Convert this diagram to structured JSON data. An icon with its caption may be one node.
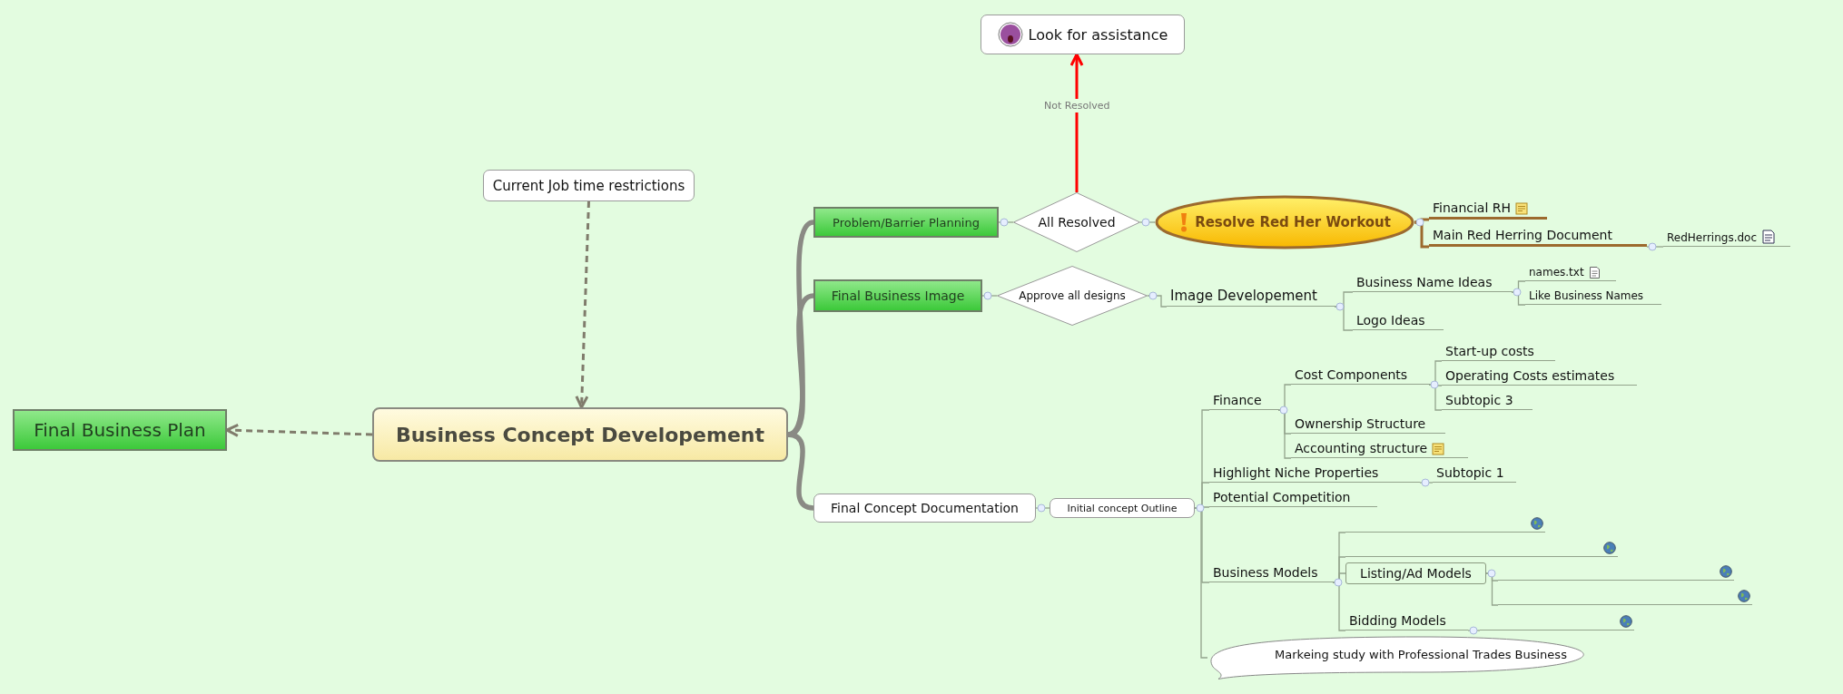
{
  "diagram": {
    "nodes": [
      {
        "text": [
          "Business Concept Developement"
        ]
      },
      {
        "text": [
          "Final Business Plan"
        ]
      },
      {
        "text": [
          "Current Job time restrictions"
        ]
      },
      {
        "text": [
          "Problem/Barrier Planning"
        ]
      },
      {
        "text": [
          "All Resolved"
        ]
      },
      {
        "text": [
          "Look for assistance"
        ]
      },
      {
        "text": [
          "Resolve Red Her Workout"
        ]
      },
      {
        "text": [
          "Financial RH"
        ]
      },
      {
        "text": [
          "Main Red Herring Document"
        ]
      },
      {
        "text": [
          "RedHerrings.doc"
        ]
      },
      {
        "text": [
          "Final Business Image"
        ]
      },
      {
        "text": [
          "Approve all designs"
        ]
      },
      {
        "text": [
          "Image Developement"
        ]
      },
      {
        "text": [
          "Business Name Ideas"
        ]
      },
      {
        "text": [
          "names.txt"
        ]
      },
      {
        "text": [
          "Like Business Names"
        ]
      },
      {
        "text": [
          "Logo Ideas"
        ]
      },
      {
        "text": [
          "Final Concept Documentation"
        ]
      },
      {
        "text": [
          "Initial concept Outline"
        ]
      },
      {
        "text": [
          "Finance"
        ]
      },
      {
        "text": [
          "Cost Components"
        ]
      },
      {
        "text": [
          "Start-up costs"
        ]
      },
      {
        "text": [
          "Operating Costs estimates"
        ]
      },
      {
        "text": [
          "Subtopic 3"
        ]
      },
      {
        "text": [
          "Ownership Structure"
        ]
      },
      {
        "text": [
          "Accounting structure"
        ]
      },
      {
        "text": [
          "Highlight Niche Properties"
        ]
      },
      {
        "text": [
          "Subtopic 1"
        ]
      },
      {
        "text": [
          "Potential Competition"
        ]
      },
      {
        "text": [
          "Business Models"
        ]
      },
      {
        "text": [],
        "shape": "line"
      },
      {
        "text": [],
        "shape": "line"
      },
      {
        "text": [
          "Listing/Ad Models"
        ]
      },
      {
        "text": [],
        "shape": "line"
      },
      {
        "text": [],
        "shape": "line"
      },
      {
        "text": [
          "Bidding Models"
        ]
      },
      {
        "text": [],
        "shape": "line"
      },
      {
        "text": [
          "Markeing study with Professional Trades Business"
        ]
      }
    ],
    "edges": [
      {
        "from": 0,
        "to": 1,
        "arrow": "to",
        "style": "dashed",
        "color": "#807c6c"
      },
      {
        "from": 2,
        "to": 0,
        "arrow": "to",
        "style": "dashed",
        "color": "#807c6c"
      },
      {
        "from": 0,
        "to": 3,
        "arrow": "none",
        "style": "thick",
        "color": "#8a8a84"
      },
      {
        "from": 0,
        "to": 10,
        "arrow": "none",
        "style": "thick",
        "color": "#8a8a84"
      },
      {
        "from": 0,
        "to": 17,
        "arrow": "none",
        "style": "thick",
        "color": "#8a8a84"
      },
      {
        "from": 3,
        "to": 4,
        "arrow": "none"
      },
      {
        "from": 4,
        "to": 5,
        "arrow": "to",
        "label": "Not Resolved",
        "color": "#ff0000"
      },
      {
        "from": 4,
        "to": 6,
        "arrow": "none"
      },
      {
        "from": 6,
        "to": 7,
        "arrow": "none",
        "color": "#9c6a2e"
      },
      {
        "from": 6,
        "to": 8,
        "arrow": "none",
        "color": "#9c6a2e"
      },
      {
        "from": 8,
        "to": 9,
        "arrow": "none"
      },
      {
        "from": 10,
        "to": 11,
        "arrow": "none"
      },
      {
        "from": 11,
        "to": 12,
        "arrow": "none"
      },
      {
        "from": 12,
        "to": 13,
        "arrow": "none"
      },
      {
        "from": 12,
        "to": 16,
        "arrow": "none"
      },
      {
        "from": 13,
        "to": 14,
        "arrow": "none"
      },
      {
        "from": 13,
        "to": 15,
        "arrow": "none"
      },
      {
        "from": 17,
        "to": 18,
        "arrow": "none"
      },
      {
        "from": 18,
        "to": 19,
        "arrow": "none"
      },
      {
        "from": 19,
        "to": 20,
        "arrow": "none"
      },
      {
        "from": 20,
        "to": 21,
        "arrow": "none"
      },
      {
        "from": 20,
        "to": 22,
        "arrow": "none"
      },
      {
        "from": 20,
        "to": 23,
        "arrow": "none"
      },
      {
        "from": 19,
        "to": 24,
        "arrow": "none"
      },
      {
        "from": 19,
        "to": 25,
        "arrow": "none"
      },
      {
        "from": 18,
        "to": 26,
        "arrow": "none"
      },
      {
        "from": 26,
        "to": 27,
        "arrow": "none"
      },
      {
        "from": 18,
        "to": 28,
        "arrow": "none"
      },
      {
        "from": 18,
        "to": 29,
        "arrow": "none"
      },
      {
        "from": 29,
        "to": 30,
        "arrow": "none"
      },
      {
        "from": 29,
        "to": 31,
        "arrow": "none"
      },
      {
        "from": 29,
        "to": 32,
        "arrow": "none"
      },
      {
        "from": 29,
        "to": 35,
        "arrow": "none"
      },
      {
        "from": 32,
        "to": 33,
        "arrow": "none"
      },
      {
        "from": 32,
        "to": 34,
        "arrow": "none"
      },
      {
        "from": 35,
        "to": 36,
        "arrow": "none"
      },
      {
        "from": 18,
        "to": 37,
        "arrow": "none"
      }
    ]
  }
}
